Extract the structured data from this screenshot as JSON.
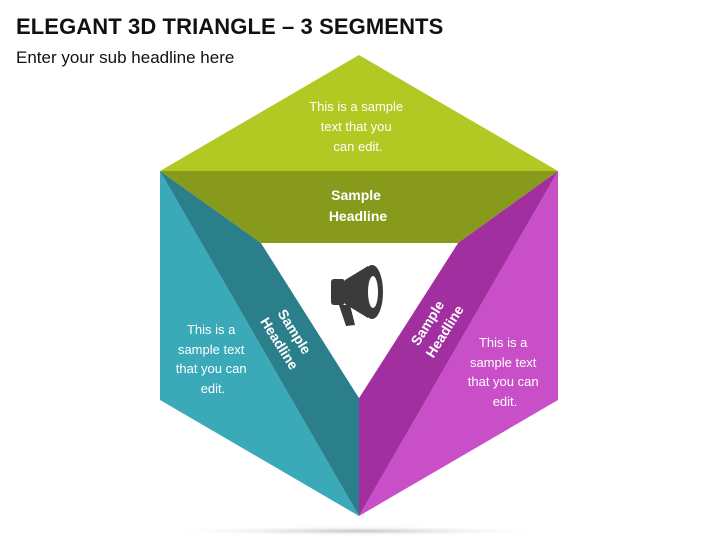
{
  "slide": {
    "title": "ELEGANT 3D TRIANGLE – 3 SEGMENTS",
    "subtitle": "Enter your sub headline here"
  },
  "center_icon": "megaphone-icon",
  "colors": {
    "green_light": "#b2c923",
    "green_dark": "#879a1b",
    "teal_light": "#3aa9b8",
    "teal_dark": "#2b7f8a",
    "magenta_light": "#c84fc8",
    "magenta_dark": "#a12fa0",
    "icon": "#3a3a3a",
    "shadow": "#cfcfcf"
  },
  "segments": {
    "top": {
      "body_lines": [
        "This is a sample",
        "text that you",
        "can edit."
      ],
      "headline_lines": [
        "Sample",
        "Headline"
      ]
    },
    "left": {
      "body_lines": [
        "This is a",
        "sample text",
        "that you can",
        "edit."
      ],
      "headline_lines": [
        "Sample",
        "Headline"
      ]
    },
    "right": {
      "body_lines": [
        "This is a",
        "sample text",
        "that you can",
        "edit."
      ],
      "headline_lines": [
        "Sample",
        "Headline"
      ]
    }
  }
}
